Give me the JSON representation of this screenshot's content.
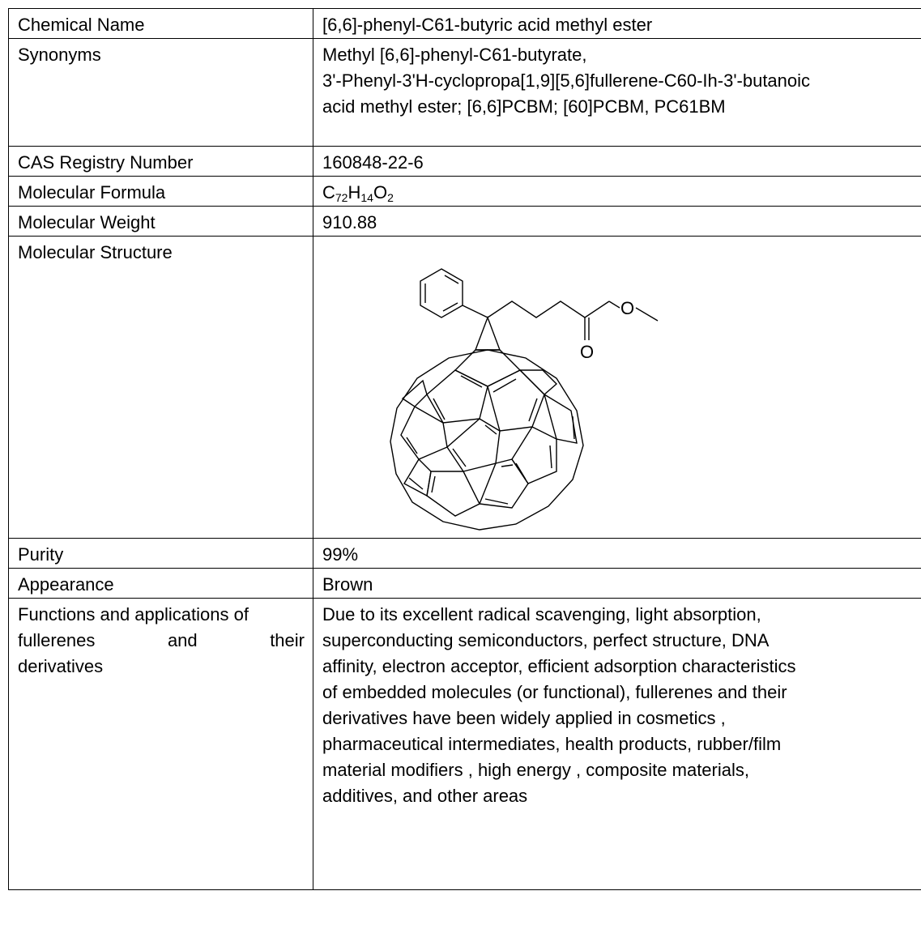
{
  "rows": {
    "chemical_name": {
      "label": "Chemical Name",
      "value": "[6,6]-phenyl-C61-butyric acid methyl ester"
    },
    "synonyms": {
      "label": "Synonyms",
      "lines": [
        "Methyl [6,6]-phenyl-C61-butyrate,",
        "3'-Phenyl-3'H-cyclopropa[1,9][5,6]fullerene-C60-Ih-3'-butanoic",
        "acid methyl ester; [6,6]PCBM; [60]PCBM, PC61BM"
      ]
    },
    "cas": {
      "label": "CAS Registry Number",
      "value": "160848-22-6"
    },
    "formula": {
      "label": "Molecular Formula",
      "c": "C",
      "c_n": "72",
      "h": "H",
      "h_n": "14",
      "o": "O",
      "o_n": "2"
    },
    "weight": {
      "label": "Molecular Weight",
      "value": "910.88"
    },
    "structure": {
      "label": "Molecular Structure",
      "o_ester": "O",
      "o_carbonyl": "O"
    },
    "purity": {
      "label": "Purity",
      "value": "99%"
    },
    "appearance": {
      "label": "Appearance",
      "value": "Brown"
    },
    "functions": {
      "label_lines": [
        "Functions and applications of",
        "fullerenes and their",
        "derivatives"
      ],
      "lines": [
        "Due to its excellent radical scavenging, light absorption,",
        "superconducting semiconductors, perfect structure, DNA",
        "affinity, electron acceptor, efficient adsorption characteristics",
        "of embedded molecules (or functional), fullerenes and their",
        "derivatives have been widely applied in cosmetics ,",
        "pharmaceutical intermediates, health products, rubber/film",
        "material modifiers , high energy , composite materials,",
        "additives, and other areas"
      ]
    }
  }
}
